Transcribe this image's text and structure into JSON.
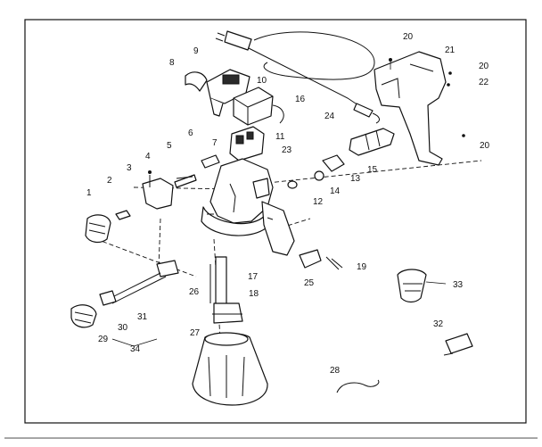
{
  "diagram": {
    "callouts": {
      "c1": "1",
      "c2": "2",
      "c3": "3",
      "c4": "4",
      "c5": "5",
      "c6": "6",
      "c7": "7",
      "c8": "8",
      "c9": "9",
      "c10": "10",
      "c11": "11",
      "c12": "12",
      "c13": "13",
      "c14": "14",
      "c15": "15",
      "c16": "16",
      "c17": "17",
      "c18": "18",
      "c19": "19",
      "c20a": "20",
      "c20b": "20",
      "c20c": "20",
      "c21": "21",
      "c22": "22",
      "c23": "23",
      "c24": "24",
      "c25": "25",
      "c26": "26",
      "c27": "27",
      "c28": "28",
      "c29": "29",
      "c30": "30",
      "c31": "31",
      "c32": "32",
      "c33": "33",
      "c34": "34"
    }
  }
}
